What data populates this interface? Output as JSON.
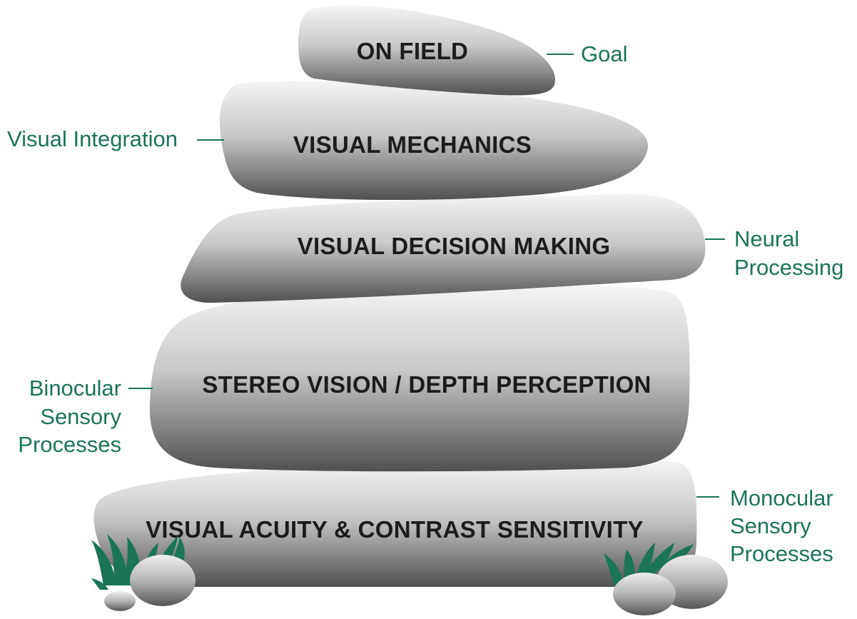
{
  "stones": [
    {
      "label": "ON FIELD"
    },
    {
      "label": "VISUAL MECHANICS"
    },
    {
      "label": "VISUAL DECISION MAKING"
    },
    {
      "label": "STEREO VISION / DEPTH PERCEPTION"
    },
    {
      "label": "VISUAL ACUITY & CONTRAST SENSITIVITY"
    }
  ],
  "annotations": {
    "goal": [
      "Goal"
    ],
    "visual_integration": [
      "Visual Integration"
    ],
    "neural_processing": [
      "Neural",
      "Processing"
    ],
    "binocular": [
      "Binocular",
      "Sensory",
      "Processes"
    ],
    "monocular": [
      "Monocular",
      "Sensory",
      "Processes"
    ]
  },
  "colors": {
    "stone_light": "#f2f2f2",
    "stone_mid": "#bdbdbd",
    "stone_dark": "#4d4d4d",
    "accent_green": "#1b7458",
    "grass": "#1b7458"
  }
}
